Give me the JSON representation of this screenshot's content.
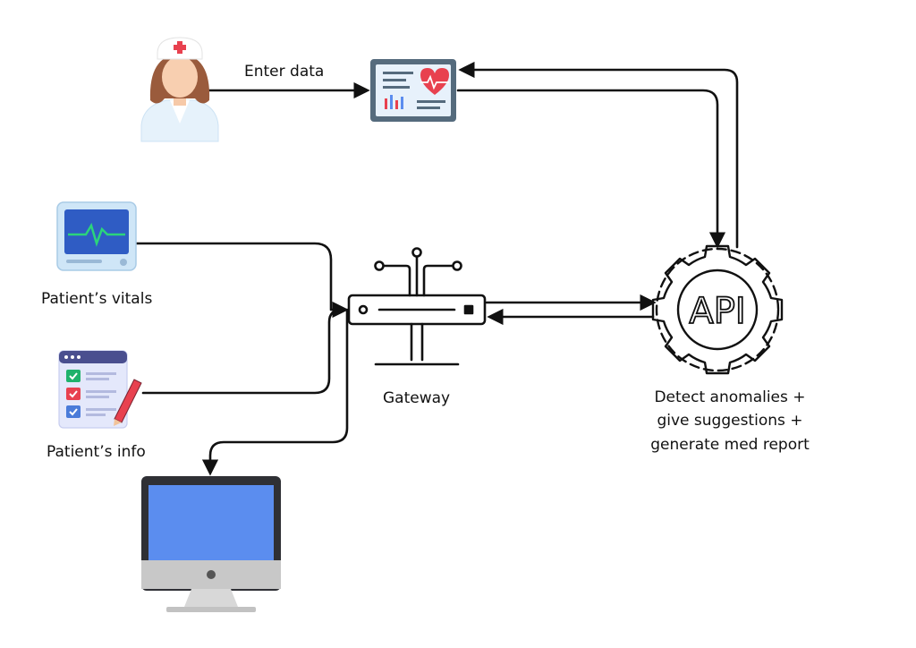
{
  "labels": {
    "enter_data": "Enter data",
    "patient_vitals": "Patient’s vitals",
    "patient_info": "Patient’s info",
    "gateway": "Gateway",
    "api_text": "API",
    "api_desc_1": "Detect anomalies +",
    "api_desc_2": "give suggestions +",
    "api_desc_3": "generate med report"
  },
  "nodes": [
    {
      "id": "nurse",
      "icon": "nurse-icon"
    },
    {
      "id": "health-tablet",
      "icon": "health-tablet-icon"
    },
    {
      "id": "vitals-monitor",
      "icon": "vitals-monitor-icon"
    },
    {
      "id": "patient-info",
      "icon": "clipboard-checklist-icon"
    },
    {
      "id": "gateway",
      "icon": "router-gateway-icon"
    },
    {
      "id": "api",
      "icon": "api-gear-icon"
    },
    {
      "id": "display",
      "icon": "desktop-monitor-icon"
    }
  ],
  "edges": [
    {
      "from": "nurse",
      "to": "health-tablet",
      "label": "Enter data"
    },
    {
      "from": "health-tablet",
      "to": "api"
    },
    {
      "from": "api",
      "to": "health-tablet"
    },
    {
      "from": "vitals-monitor",
      "to": "gateway"
    },
    {
      "from": "patient-info",
      "to": "gateway"
    },
    {
      "from": "gateway",
      "to": "api"
    },
    {
      "from": "api",
      "to": "gateway"
    },
    {
      "from": "gateway",
      "to": "display"
    }
  ],
  "colors": {
    "line": "#111111",
    "screen_blue": "#5b8def",
    "heart_red": "#e8414f",
    "vitals_green": "#18a35a",
    "monitor_frame": "#2f3035",
    "stand_gray": "#c8c8c8"
  }
}
